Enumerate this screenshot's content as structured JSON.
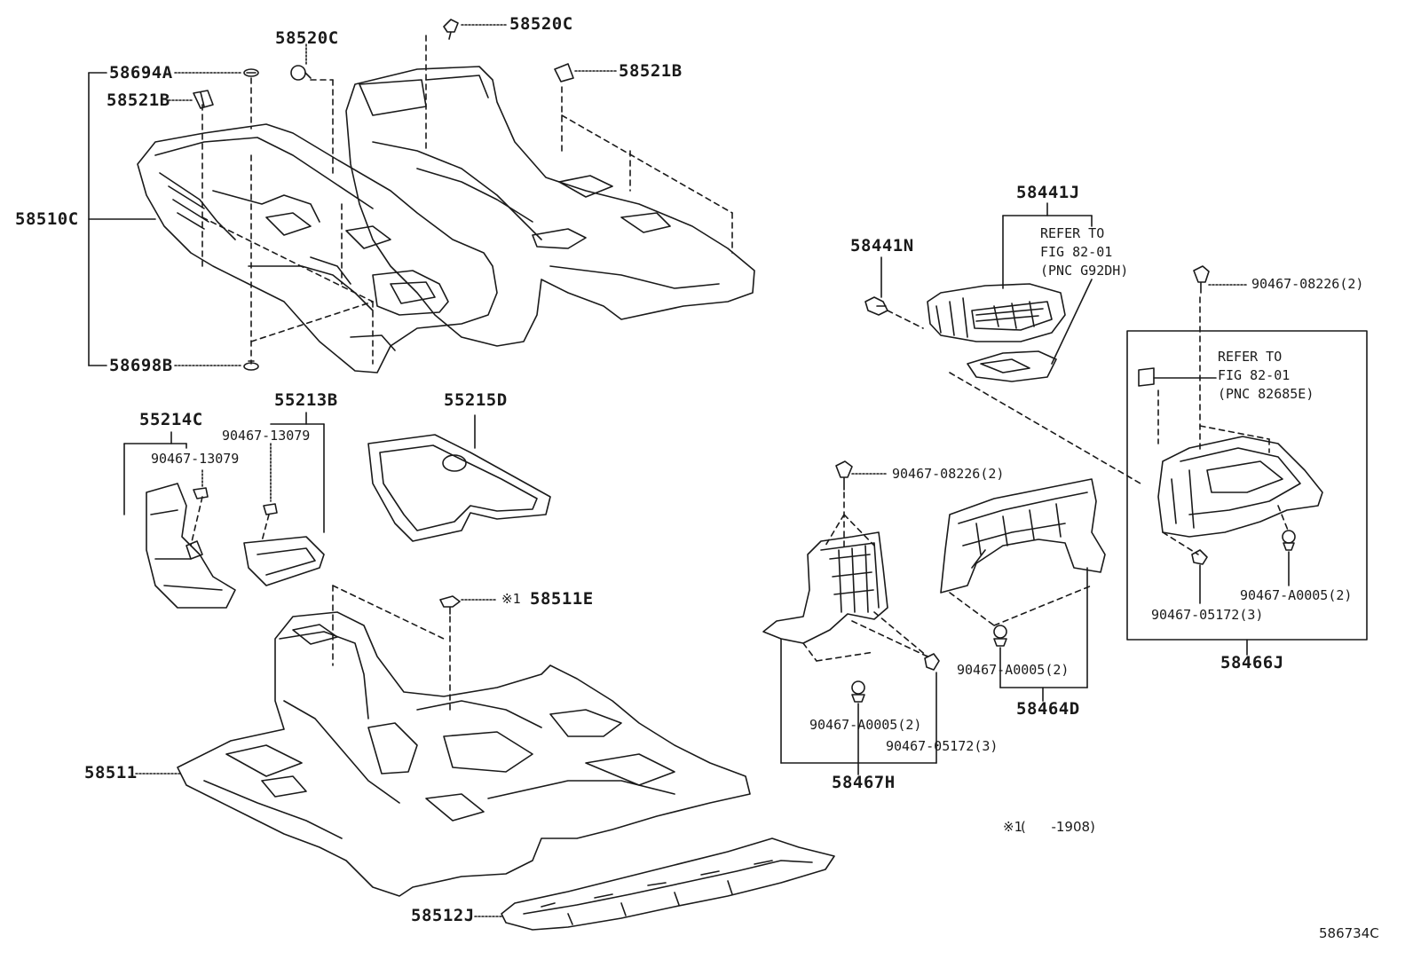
{
  "illustration_number": "586734C",
  "footnote": {
    "mark": "※1",
    "text": "(      -1908)"
  },
  "part_labels": {
    "p58520C_a": "58520C",
    "p58520C_b": "58520C",
    "p58694A": "58694A",
    "p58521B_a": "58521B",
    "p58521B_b": "58521B",
    "p58510C": "58510C",
    "p58698B": "58698B",
    "p58441J": "58441J",
    "p58441N": "58441N",
    "p55214C": "55214C",
    "p55213B": "55213B",
    "p55215D": "55215D",
    "p58511E": "58511E",
    "p58511": "58511",
    "p58512J": "58512J",
    "p58467H": "58467H",
    "p58464D": "58464D",
    "p58466J": "58466J"
  },
  "sub_labels": {
    "s90467_13079_a": "90467-13079",
    "s90467_13079_b": "90467-13079",
    "s90467_08226_a": "90467-08226(2)",
    "s90467_08226_b": "90467-08226(2)",
    "s90467_A0005_a": "90467-A0005(2)",
    "s90467_A0005_b": "90467-A0005(2)",
    "s90467_A0005_c": "90467-A0005(2)",
    "s90467_05172_a": "90467-05172(3)",
    "s90467_05172_b": "90467-05172(3)",
    "s58511E_mark": "※1"
  },
  "refer_notes": {
    "note_g92dh": "REFER TO\nFIG 82-01\n(PNC G92DH)",
    "note_82685e": "REFER TO\nFIG 82-01\n(PNC 82685E)"
  }
}
